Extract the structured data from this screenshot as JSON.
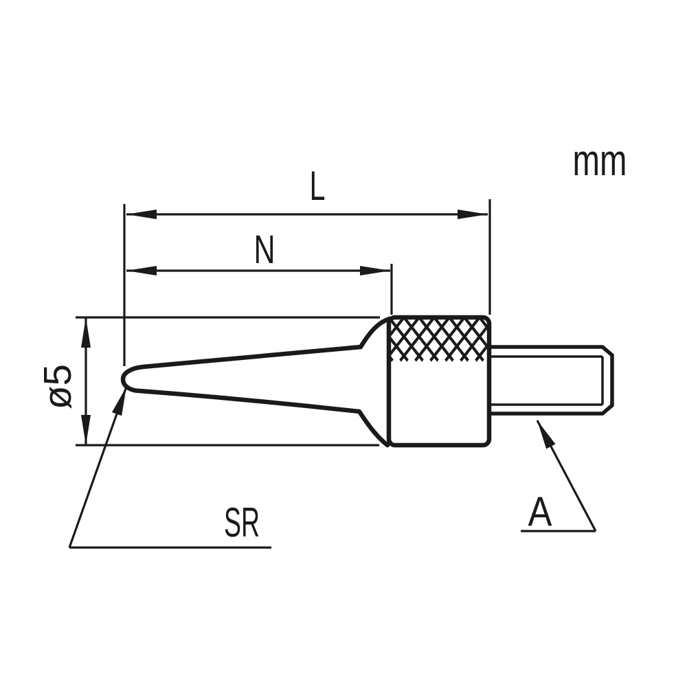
{
  "unit_label": "mm",
  "dimension_labels": {
    "overall_length": "L",
    "tip_length": "N",
    "body_diameter": "ø5",
    "tip_sphere_radius": "SR",
    "thread": "A"
  },
  "colors": {
    "line": "#1a1a1a",
    "background": "#ffffff"
  }
}
